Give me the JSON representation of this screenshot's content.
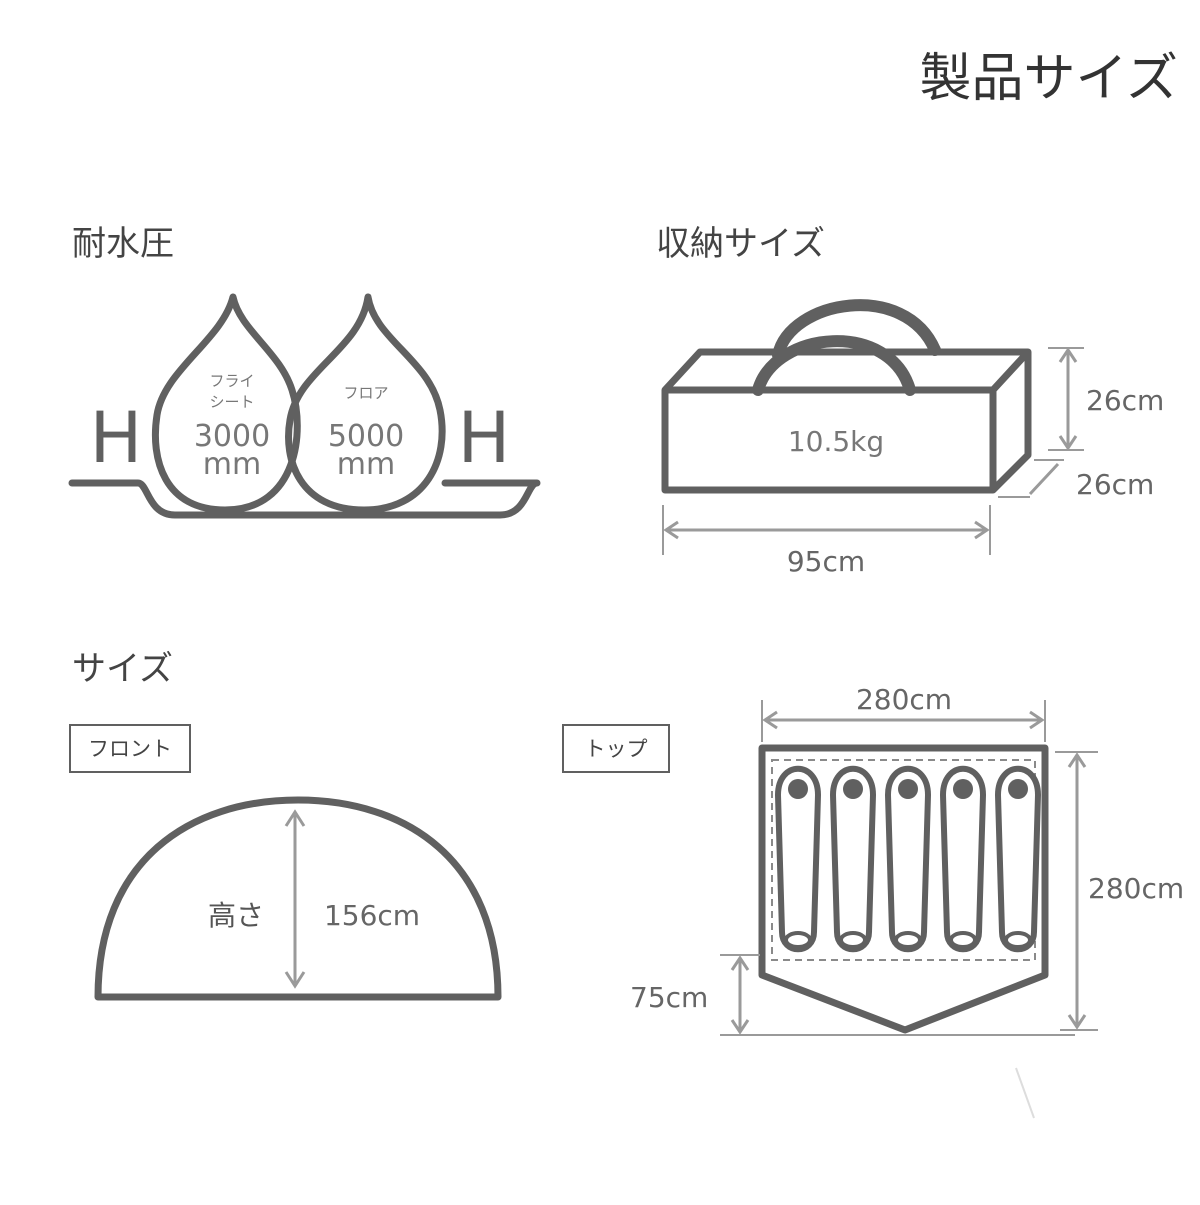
{
  "title": "製品サイズ",
  "waterproof": {
    "heading": "耐水圧",
    "h_left": "H",
    "h_right": "H",
    "drops": [
      {
        "label_line1": "フライ",
        "label_line2": "シート",
        "value": "3000",
        "unit": "mm"
      },
      {
        "label_line1": "フロア",
        "label_line2": "",
        "value": "5000",
        "unit": "mm"
      }
    ]
  },
  "storage": {
    "heading": "収納サイズ",
    "weight": "10.5kg",
    "height": "26cm",
    "depth": "26cm",
    "width": "95cm"
  },
  "size": {
    "heading": "サイズ",
    "front": {
      "tag": "フロント",
      "height_label": "高さ",
      "height_value": "156cm"
    },
    "top": {
      "tag": "トップ",
      "width": "280cm",
      "length": "280cm",
      "vestibule": "75cm",
      "sleeping_bags": 5
    }
  },
  "colors": {
    "line": "#606060",
    "dimension": "#9a9a9a",
    "text": "#444444"
  }
}
